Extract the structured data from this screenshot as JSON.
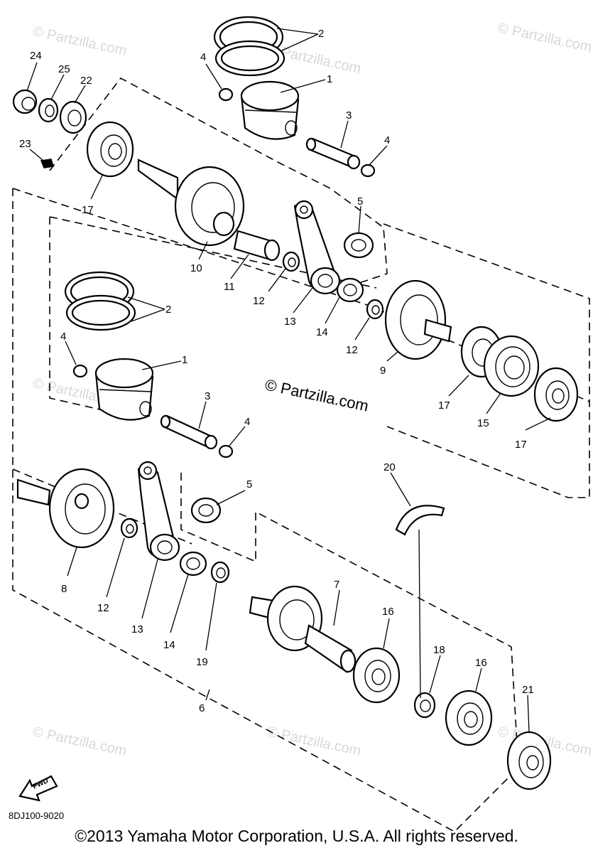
{
  "watermark_text": "© Partzilla.com",
  "center_watermark": "© Partzilla.com",
  "diagram_code": "8DJ100-9020",
  "fwd_label": "FWD",
  "copyright": "©2013 Yamaha Motor Corporation, U.S.A. All rights reserved.",
  "callouts": {
    "c1a": "1",
    "c2a": "2",
    "c3a": "3",
    "c4a": "4",
    "c4b": "4",
    "c5a": "5",
    "c24": "24",
    "c25": "25",
    "c22": "22",
    "c23": "23",
    "c17a": "17",
    "c10": "10",
    "c11": "11",
    "c12a": "12",
    "c13a": "13",
    "c14a": "14",
    "c12b": "12",
    "c9": "9",
    "c17b": "17",
    "c15": "15",
    "c17c": "17",
    "c2b": "2",
    "c4c": "4",
    "c1b": "1",
    "c3b": "3",
    "c4d": "4",
    "c5b": "5",
    "c20": "20",
    "c8": "8",
    "c12c": "12",
    "c13b": "13",
    "c14b": "14",
    "c19": "19",
    "c7": "7",
    "c16a": "16",
    "c18": "18",
    "c16b": "16",
    "c21": "21",
    "c6": "6"
  }
}
